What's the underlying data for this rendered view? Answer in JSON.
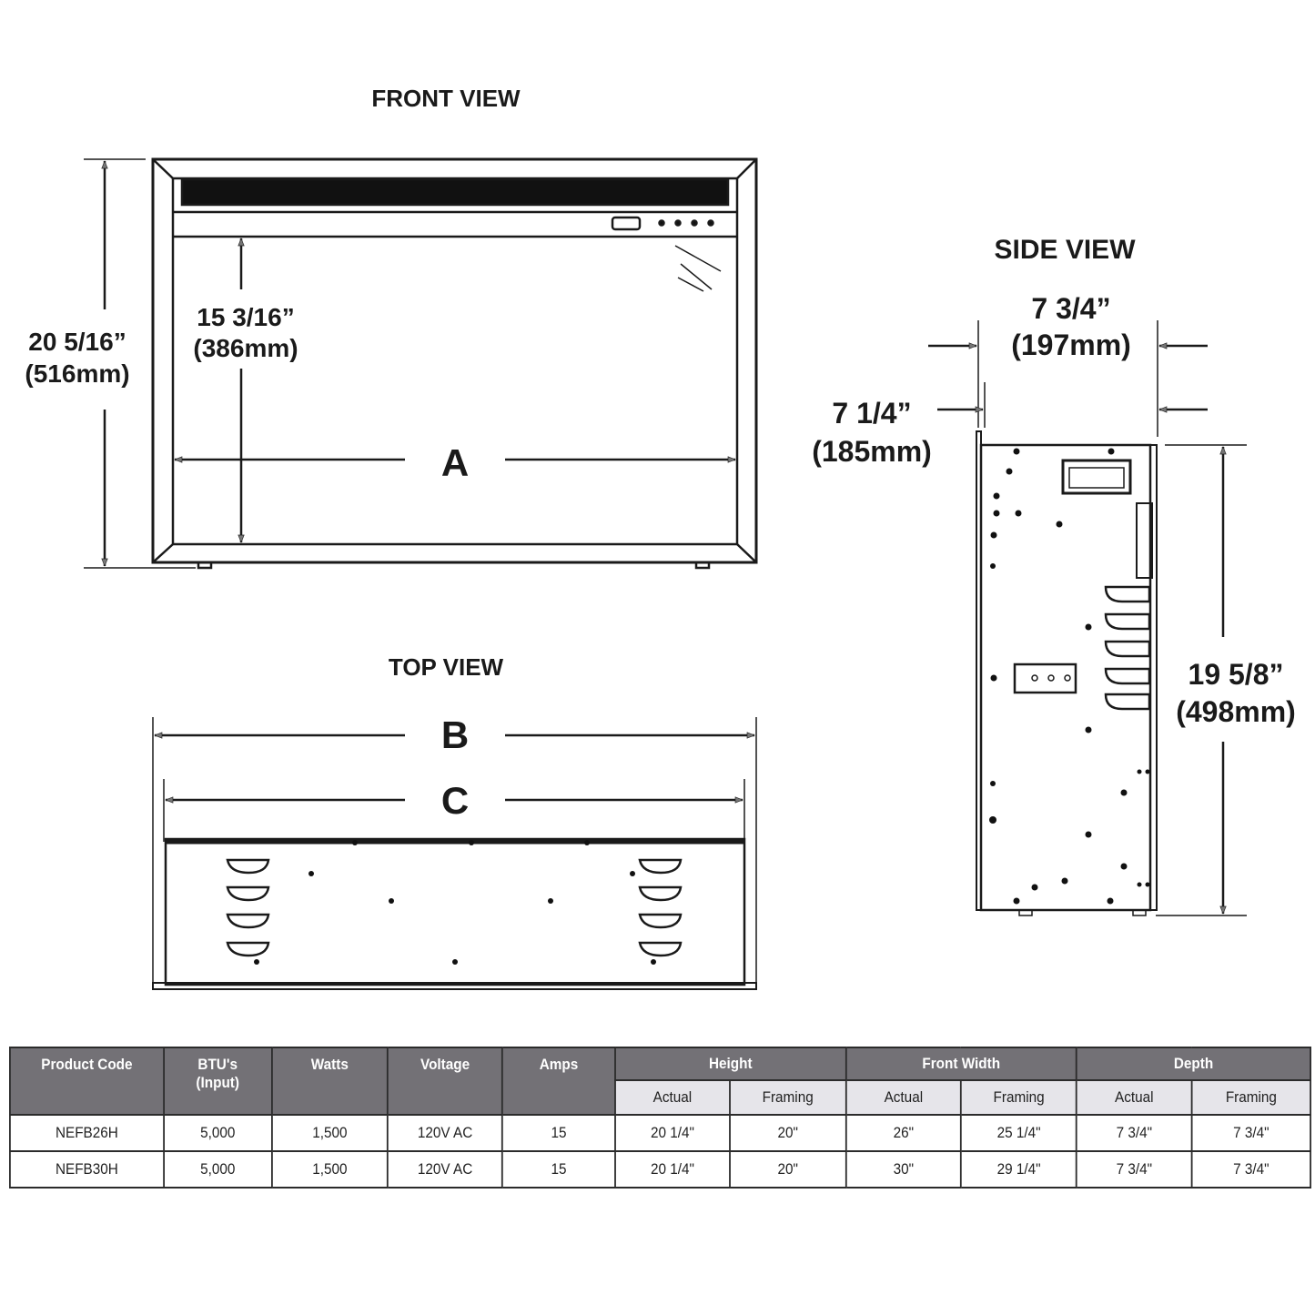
{
  "front_view": {
    "title": "FRONT VIEW",
    "height_label": "20 5/16”",
    "height_mm": "(516mm)",
    "inner_height_label": "15 3/16”",
    "inner_height_mm": "(386mm)",
    "width_letter": "A"
  },
  "top_view": {
    "title": "TOP VIEW",
    "width_letter_b": "B",
    "width_letter_c": "C"
  },
  "side_view": {
    "title": "SIDE VIEW",
    "depth_label": "7 3/4”",
    "depth_mm": "(197mm)",
    "inner_depth_label": "7 1/4”",
    "inner_depth_mm": "(185mm)",
    "height_label": "19 5/8”",
    "height_mm": "(498mm)"
  },
  "table": {
    "headers": {
      "product_code": "Product Code",
      "btu": "BTU's",
      "btu_sub": "(Input)",
      "watts": "Watts",
      "voltage": "Voltage",
      "amps": "Amps",
      "height": "Height",
      "front_width": "Front Width",
      "depth": "Depth",
      "actual": "Actual",
      "framing": "Framing"
    },
    "rows": [
      [
        "NEFB26H",
        "5,000",
        "1,500",
        "120V AC",
        "15",
        "20 1/4\"",
        "20\"",
        "26\"",
        "25 1/4\"",
        "7 3/4\"",
        "7 3/4\""
      ],
      [
        "NEFB30H",
        "5,000",
        "1,500",
        "120V AC",
        "15",
        "20 1/4\"",
        "20\"",
        "30\"",
        "29 1/4\"",
        "7 3/4\"",
        "7 3/4\""
      ]
    ]
  }
}
